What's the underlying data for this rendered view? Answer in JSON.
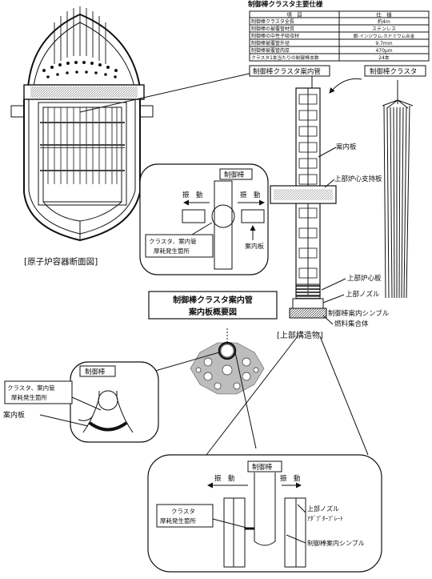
{
  "spec_table": {
    "title": "制御棒クラスタ主要仕様",
    "header": [
      "項　目",
      "仕　様"
    ],
    "rows": [
      [
        "制御棒クラスタ全長",
        "約4m"
      ],
      [
        "制御棒の被覆管材質",
        "ステンレス"
      ],
      [
        "制御棒の中性子吸収材",
        "銀-インジウム-カドミウム合金"
      ],
      [
        "制御棒被覆管外径",
        "9.7mm"
      ],
      [
        "制御棒被覆管肉厚",
        "470μm"
      ],
      [
        "クラスタ1本当たりの制御棒本数",
        "24本"
      ]
    ]
  },
  "labels": {
    "vessel_caption": "[原子炉容器断面図]",
    "guide_tube": "制御棒クラスタ案内管",
    "cluster": "制御棒クラスタ",
    "guide_plate_top": "案内板",
    "upper_core_support": "上部炉心支持板",
    "upper_core_plate": "上部炉心板",
    "upper_nozzle": "上部ノズル",
    "thimble": "制御棒案内シンブル",
    "fuel_assembly": "燃料集合体",
    "upper_structure": "[上部構造物]",
    "overview_line1": "制御棒クラスタ案内管",
    "overview_line2": "案内板概要図"
  },
  "callout1": {
    "rod": "制御棒",
    "vib_left": "振　動",
    "vib_right": "振　動",
    "wear_line1": "クラスタ、案内管",
    "wear_line2": "摩耗発生箇所",
    "plate": "案内板"
  },
  "callout2": {
    "rod": "制御棒",
    "wear_line1": "クラスタ、案内管",
    "wear_line2": "摩耗発生箇所",
    "plate": "案内板"
  },
  "callout3": {
    "rod": "制御棒",
    "vib_left": "振　動",
    "vib_right": "振　動",
    "wear_line1": "クラスタ",
    "wear_line2": "摩耗発生箇所",
    "nozzle_line1": "上部ノズル",
    "nozzle_line2": "ｱﾀﾞﾌﾟﾀｰﾌﾟﾚｰﾄ",
    "thimble": "制御棒案内シンブル"
  }
}
